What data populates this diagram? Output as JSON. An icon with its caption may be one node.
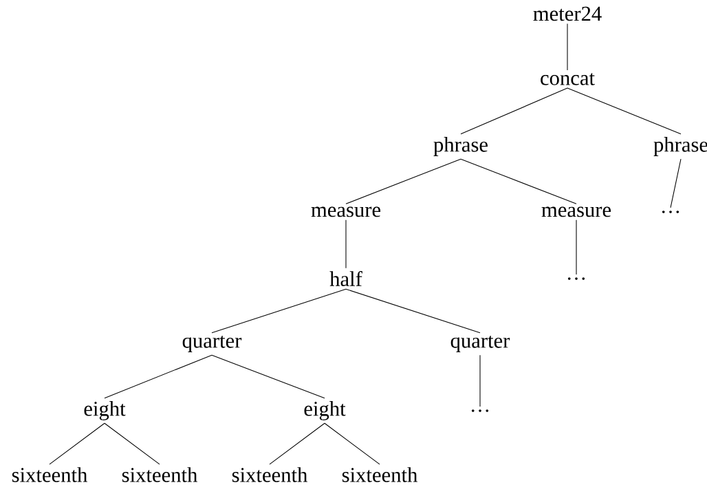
{
  "diagram": {
    "nodes": [
      {
        "text": [
          "meter24"
        ]
      },
      {
        "text": [
          "concat"
        ]
      },
      {
        "text": [
          "phrase"
        ]
      },
      {
        "text": [
          "phrase"
        ]
      },
      {
        "text": [
          "measure"
        ]
      },
      {
        "text": [
          "measure"
        ]
      },
      {
        "text": [
          "…"
        ]
      },
      {
        "text": [
          "half"
        ]
      },
      {
        "text": [
          "…"
        ]
      },
      {
        "text": [
          "quarter"
        ]
      },
      {
        "text": [
          "quarter"
        ]
      },
      {
        "text": [
          "eight"
        ]
      },
      {
        "text": [
          "eight"
        ]
      },
      {
        "text": [
          "…"
        ]
      },
      {
        "text": [
          "sixteenth"
        ]
      },
      {
        "text": [
          "sixteenth"
        ]
      },
      {
        "text": [
          "sixteenth"
        ]
      },
      {
        "text": [
          "sixteenth"
        ]
      }
    ],
    "edges": [
      {
        "from": 0,
        "to": 1,
        "arrow": "none"
      },
      {
        "from": 1,
        "to": 2,
        "arrow": "none"
      },
      {
        "from": 1,
        "to": 3,
        "arrow": "none"
      },
      {
        "from": 2,
        "to": 4,
        "arrow": "none"
      },
      {
        "from": 2,
        "to": 5,
        "arrow": "none"
      },
      {
        "from": 3,
        "to": 6,
        "arrow": "none"
      },
      {
        "from": 4,
        "to": 7,
        "arrow": "none"
      },
      {
        "from": 5,
        "to": 8,
        "arrow": "none"
      },
      {
        "from": 7,
        "to": 9,
        "arrow": "none"
      },
      {
        "from": 7,
        "to": 10,
        "arrow": "none"
      },
      {
        "from": 9,
        "to": 11,
        "arrow": "none"
      },
      {
        "from": 9,
        "to": 12,
        "arrow": "none"
      },
      {
        "from": 10,
        "to": 13,
        "arrow": "none"
      },
      {
        "from": 11,
        "to": 14,
        "arrow": "none"
      },
      {
        "from": 11,
        "to": 15,
        "arrow": "none"
      },
      {
        "from": 12,
        "to": 16,
        "arrow": "none"
      },
      {
        "from": 12,
        "to": 17,
        "arrow": "none"
      }
    ]
  }
}
